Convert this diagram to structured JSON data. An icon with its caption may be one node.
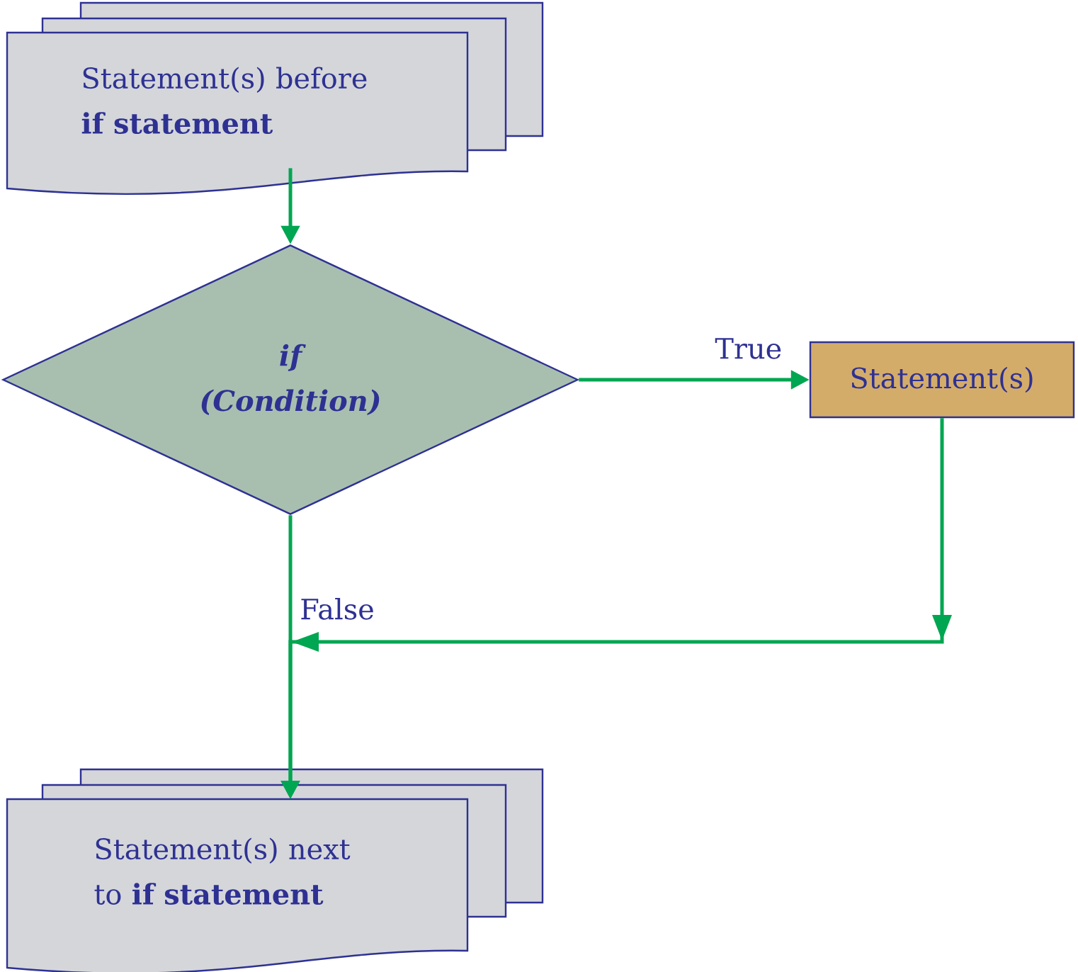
{
  "diagram": {
    "nodes": [
      {
        "text": [
          "Statement(s) before **if statement**"
        ]
      },
      {
        "text": [
          "if (Condition)"
        ]
      },
      {
        "text": [
          "Statement(s)"
        ]
      },
      {
        "text": [
          "Statement(s) next to **if statement**"
        ]
      }
    ],
    "edges": [
      {
        "from": 0,
        "to": 1,
        "arrow": "to"
      },
      {
        "from": 1,
        "to": 2,
        "arrow": "to",
        "label": "True"
      },
      {
        "from": 1,
        "to": 3,
        "arrow": "to",
        "label": "False"
      },
      {
        "from": 2,
        "to": 3,
        "arrow": "to"
      }
    ]
  }
}
